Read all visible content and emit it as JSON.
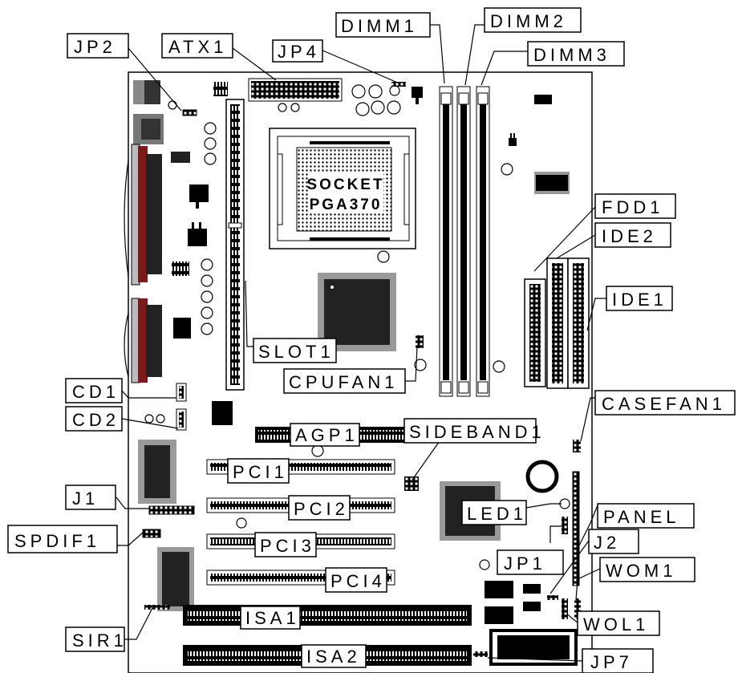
{
  "labels": {
    "jp2": "JP2",
    "atx1": "ATX1",
    "jp4": "JP4",
    "dimm1": "DIMM1",
    "dimm2": "DIMM2",
    "dimm3": "DIMM3",
    "fdd1": "FDD1",
    "ide2": "IDE2",
    "ide1": "IDE1",
    "slot1": "SLOT1",
    "cpufan1": "CPUFAN1",
    "cd1": "CD1",
    "cd2": "CD2",
    "casefan1": "CASEFAN1",
    "agp1": "AGP1",
    "sideband1": "SIDEBAND1",
    "pci1": "PCI1",
    "pci2": "PCI2",
    "pci3": "PCI3",
    "pci4": "PCI4",
    "j1": "J1",
    "spdif1": "SPDIF1",
    "led1": "LED1",
    "panel": "PANEL",
    "j2": "J2",
    "jp1": "JP1",
    "wom1": "WOM1",
    "wol1": "WOL1",
    "isa1": "ISA1",
    "isa2": "ISA2",
    "sir1": "SIR1",
    "jp7": "JP7",
    "socket_line1": "SOCKET",
    "socket_line2": "PGA370"
  }
}
